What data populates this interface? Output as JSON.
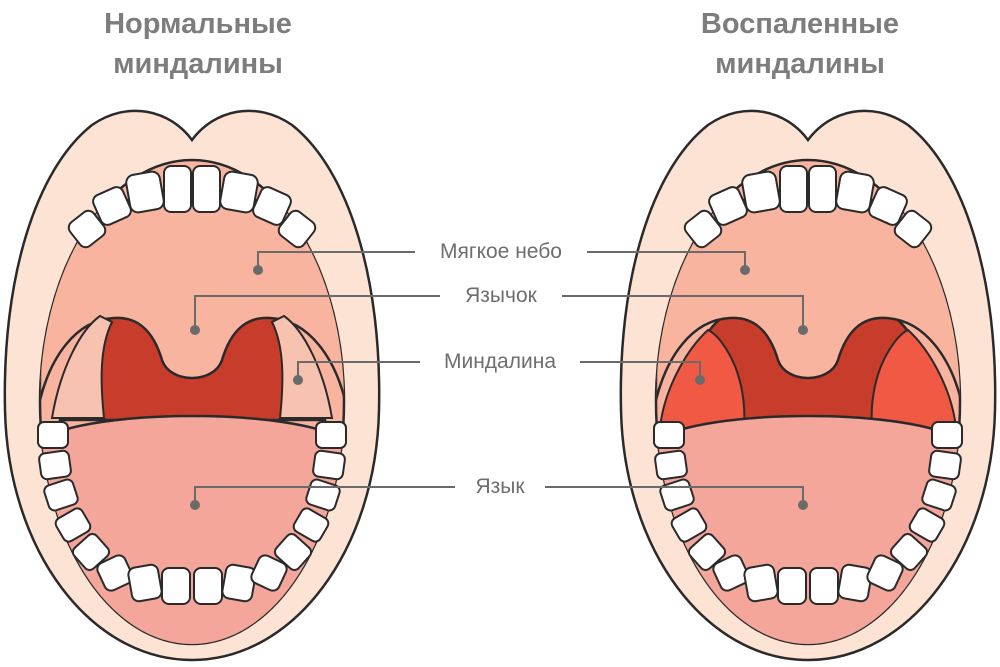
{
  "titles": {
    "left": {
      "line1": "Нормальные",
      "line2": "миндалины"
    },
    "right": {
      "line1": "Воспаленные",
      "line2": "миндалины"
    }
  },
  "labels": {
    "soft_palate": "Мягкое небо",
    "uvula": "Язычок",
    "tonsil": "Миндалина",
    "tongue": "Язык"
  },
  "colors": {
    "lip": "#fde3d4",
    "outline": "#2a2a2a",
    "palate": "#f9b4a0",
    "throat": "#c83c2b",
    "tonsil_normal": "#f7c2b0",
    "tonsil_inflamed": "#f05a45",
    "tongue": "#f4a69b",
    "tooth": "#ffffff",
    "leader": "#6a6a6a"
  }
}
